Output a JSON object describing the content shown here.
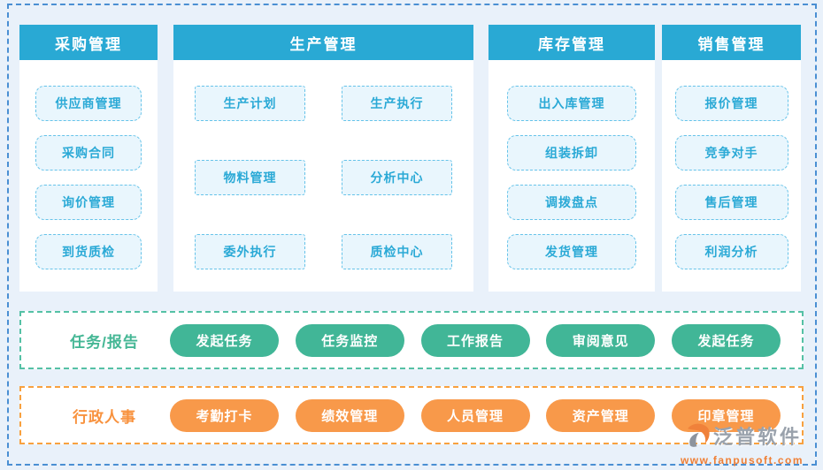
{
  "columns": [
    {
      "title": "采购管理",
      "items": [
        "供应商管理",
        "采购合同",
        "询价管理",
        "到货质检"
      ]
    },
    {
      "title": "生产管理",
      "items": [
        "生产计划",
        "生产执行",
        "物料管理",
        "分析中心",
        "委外执行",
        "质检中心"
      ]
    },
    {
      "title": "库存管理",
      "items": [
        "出入库管理",
        "组装拆卸",
        "调拨盘点",
        "发货管理"
      ]
    },
    {
      "title": "销售管理",
      "items": [
        "报价管理",
        "竞争对手",
        "售后管理",
        "利润分析"
      ]
    }
  ],
  "rows": [
    {
      "label": "任务/报告",
      "buttons": [
        "发起任务",
        "任务监控",
        "工作报告",
        "审阅意见",
        "发起任务"
      ]
    },
    {
      "label": "行政人事",
      "buttons": [
        "考勤打卡",
        "绩效管理",
        "人员管理",
        "资产管理",
        "印章管理"
      ]
    }
  ],
  "watermark": {
    "brand": "泛普软件",
    "url": "www.fanpusoft.com"
  },
  "colors": {
    "header_bar": "#29a9d4",
    "item_border": "#66c3e9",
    "item_text": "#2aa9d6",
    "task_accent": "#41b697",
    "hr_accent": "#f8994a",
    "outer_border": "#4a8fd3",
    "brand_gray": "#9aa2ac",
    "brand_orange": "#ef7f35"
  }
}
